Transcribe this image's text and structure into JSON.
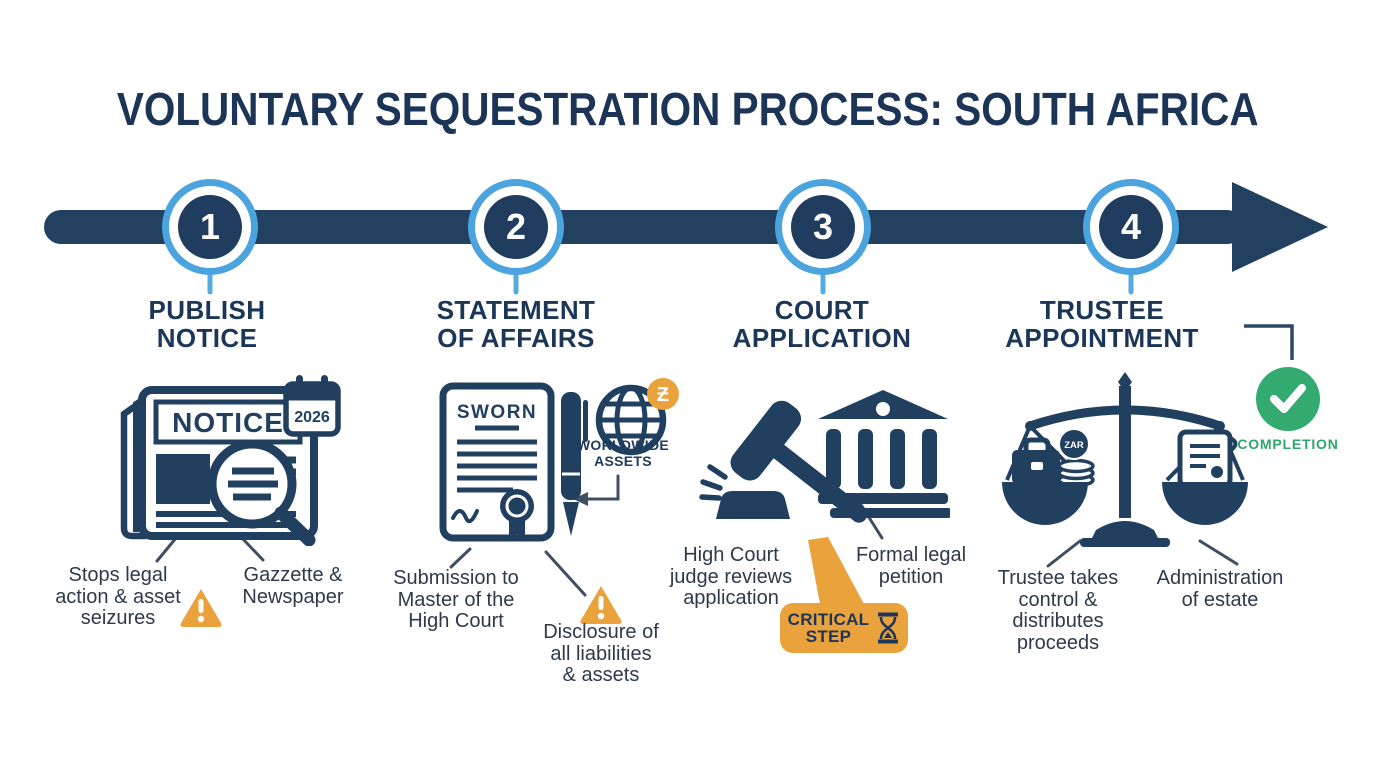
{
  "title": "VOLUNTARY SEQUESTRATION PROCESS: SOUTH AFRICA",
  "colors": {
    "navy": "#203c5e",
    "light_blue": "#4ba4dd",
    "orange": "#e9a23c",
    "green": "#33ab70",
    "slate": "#3e4e63",
    "text": "#2e3a4c"
  },
  "steps": [
    {
      "number": "1",
      "title": "PUBLISH\nNOTICE",
      "icon": "newspaper-magnifier-calendar",
      "icon_labels": {
        "headline": "NOTICE",
        "calendar_year": "2026"
      },
      "captions": [
        "Stops legal\naction & asset\nseizures",
        "Gazzette &\nNewspaper"
      ],
      "has_warning": true
    },
    {
      "number": "2",
      "title": "STATEMENT\nOF AFFAIRS",
      "icon": "sworn-affidavit-pen-globe",
      "icon_labels": {
        "document": "SWORN",
        "globe_note": "WORLDWIDE\nASSETS",
        "coin_symbol": "Ƶ"
      },
      "captions": [
        "Submission to\nMaster of the\nHigh Court",
        "Disclosure of\nall liabilities\n& assets"
      ],
      "has_warning": true
    },
    {
      "number": "3",
      "title": "COURT\nAPPLICATION",
      "icon": "gavel-courthouse",
      "captions": [
        "High Court\njudge reviews\napplication",
        "Formal legal\npetition"
      ],
      "badge": "CRITICAL\nSTEP"
    },
    {
      "number": "4",
      "title": "TRUSTEE\nAPPOINTMENT",
      "icon": "scales-of-justice",
      "icon_labels": {
        "coin": "ZAR"
      },
      "captions": [
        "Trustee takes\ncontrol &\ndistributes\nproceeds",
        "Administration\nof estate"
      ],
      "completion_label": "COMPLETION"
    }
  ]
}
